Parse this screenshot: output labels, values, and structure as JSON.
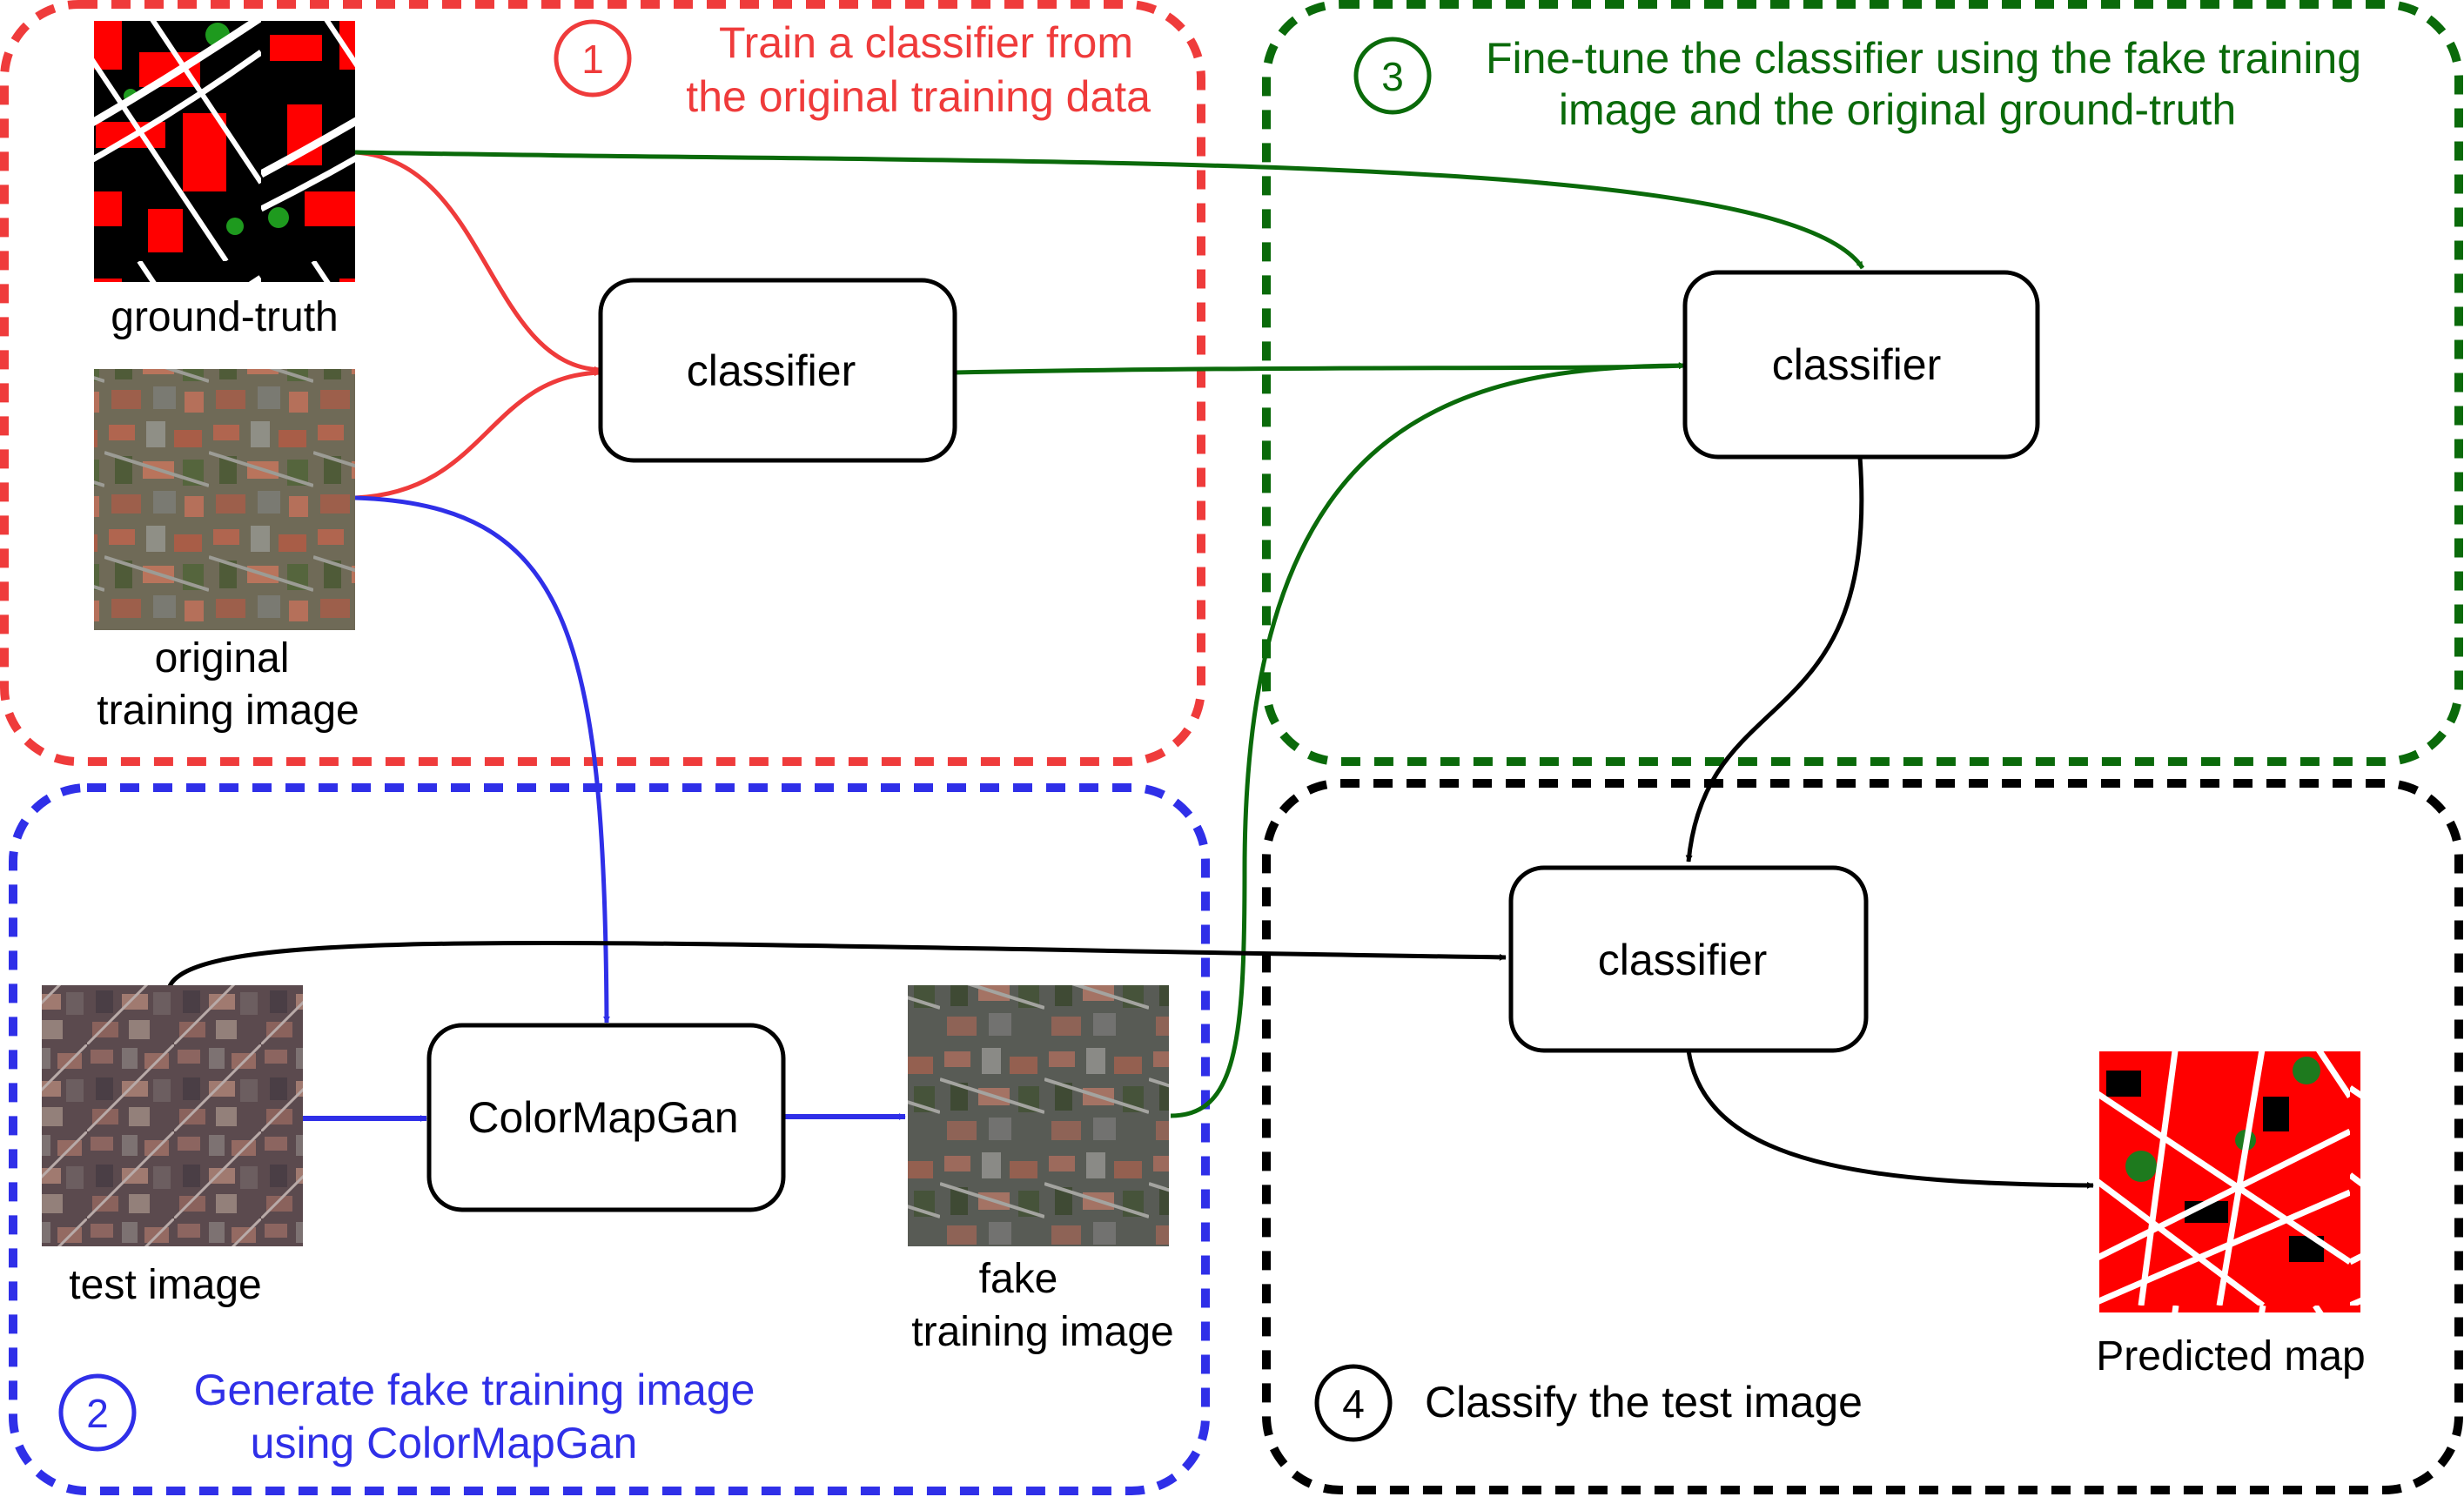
{
  "colors": {
    "red": "#ef3b3b",
    "blue": "#2f2fe8",
    "green": "#0a6a0a",
    "black": "#000000"
  },
  "panels": {
    "step1": {
      "number": "1",
      "title_line1": "Train a classifier from",
      "title_line2": "the original training data"
    },
    "step2": {
      "number": "2",
      "title_line1": "Generate fake training image",
      "title_line2": "using ColorMapGan"
    },
    "step3": {
      "number": "3",
      "title_line1": "Fine-tune the classifier using the fake training",
      "title_line2": "image and the original ground-truth"
    },
    "step4": {
      "number": "4",
      "title": "Classify the test image"
    }
  },
  "nodes": {
    "classifier1": "classifier",
    "classifier2": "classifier",
    "classifier3": "classifier",
    "colormapgan": "ColorMapGan"
  },
  "images": {
    "ground_truth": {
      "label": "ground-truth"
    },
    "original": {
      "label_line1": "original",
      "label_line2": "training image"
    },
    "test": {
      "label": "test image"
    },
    "fake": {
      "label_line1": "fake",
      "label_line2": "training image"
    },
    "predicted": {
      "label": "Predicted map"
    }
  }
}
